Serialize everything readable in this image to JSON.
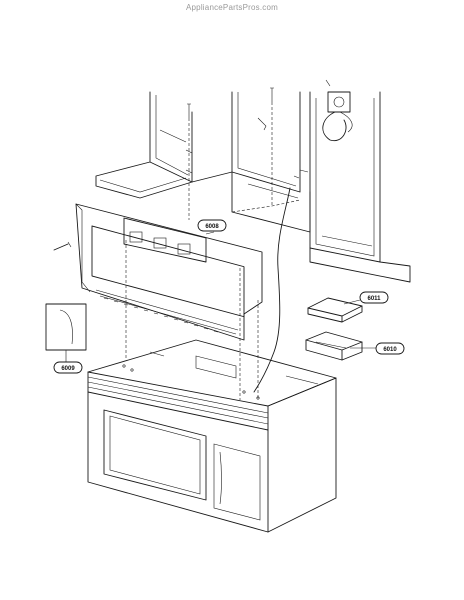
{
  "watermark": "AppliancePartsPros.com",
  "part_labels": {
    "hanger_plate": "6008",
    "charcoal_filter": "6011",
    "damper": "6010",
    "template_sheet": "6009"
  }
}
